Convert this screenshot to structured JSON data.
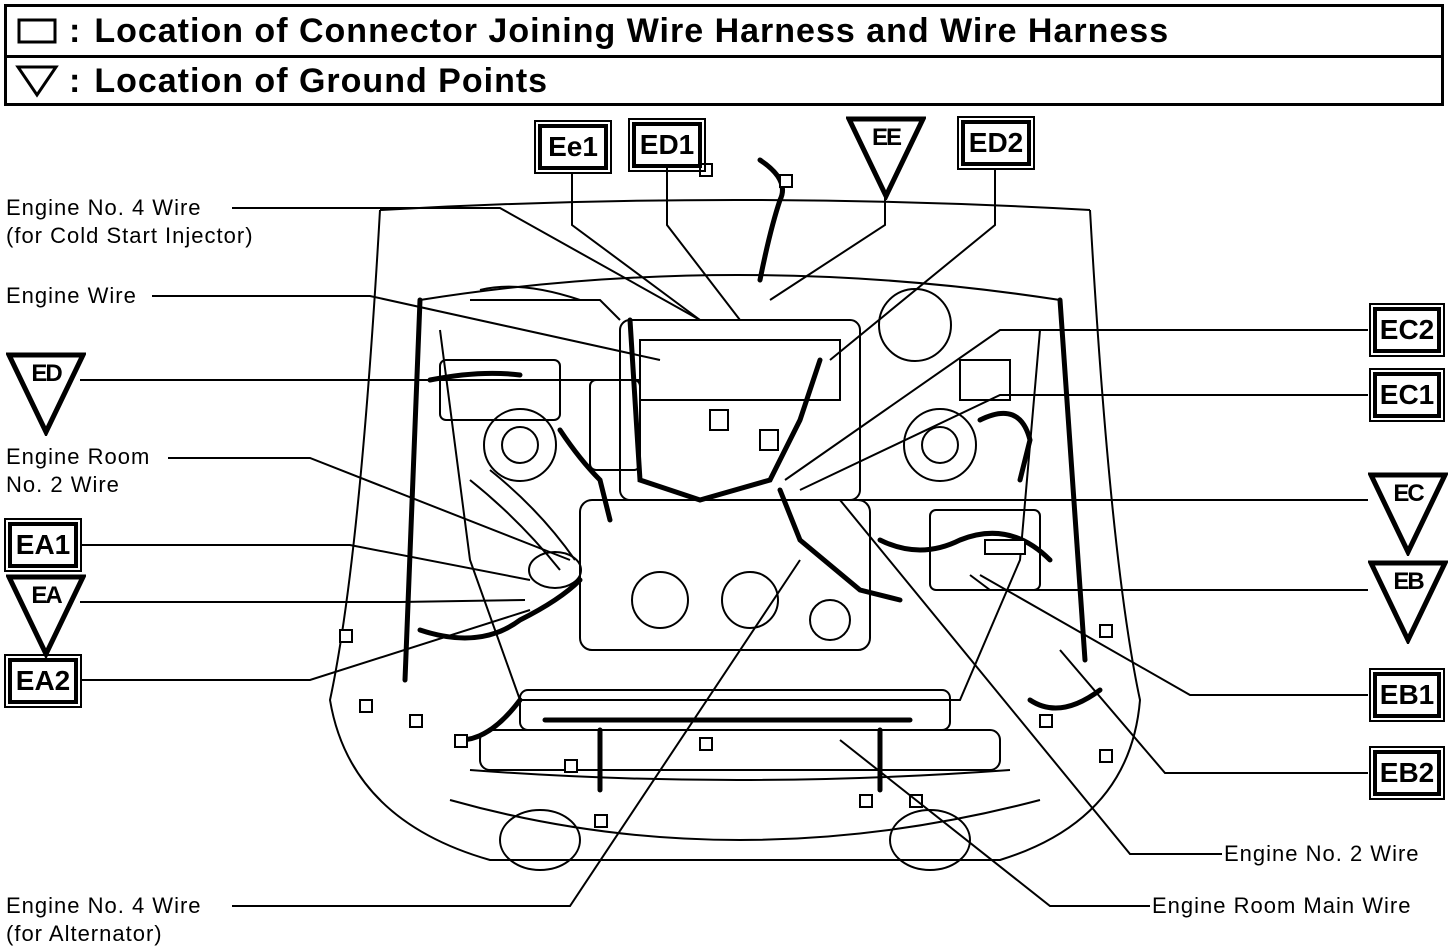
{
  "legend": {
    "connector_text": "Location of Connector Joining Wire Harness and Wire Harness",
    "ground_text": "Location of Ground Points",
    "colon": ":"
  },
  "connectors": {
    "ee1": "Ee1",
    "ed1": "ED1",
    "ed2": "ED2",
    "ec2": "EC2",
    "ec1": "EC1",
    "ea1": "EA1",
    "ea2": "EA2",
    "eb1": "EB1",
    "eb2": "EB2"
  },
  "grounds": {
    "ee": "EE",
    "ed": "ED",
    "ec": "EC",
    "ea": "EA",
    "eb": "EB"
  },
  "callouts": {
    "engine_no4_cold_line1": "Engine No. 4 Wire",
    "engine_no4_cold_line2": "(for Cold Start Injector)",
    "engine_wire": "Engine Wire",
    "engine_room_no2_line1": "Engine Room",
    "engine_room_no2_line2": "No. 2 Wire",
    "engine_no4_alt_line1": "Engine No. 4 Wire",
    "engine_no4_alt_line2": "(for Alternator)",
    "engine_no2": "Engine No. 2 Wire",
    "engine_room_main": "Engine Room Main Wire"
  }
}
